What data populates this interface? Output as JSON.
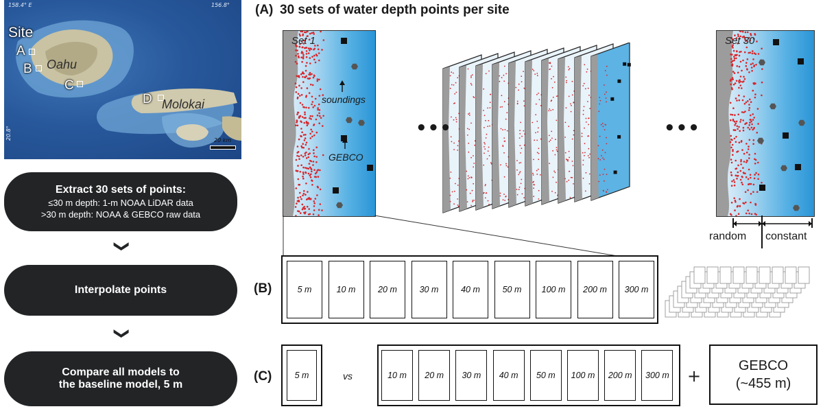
{
  "map": {
    "coord_top_left": "158.4° E",
    "coord_top_right": "156.8°",
    "coord_left": "20.8°",
    "site_heading": "Site",
    "sites": [
      {
        "label": "A"
      },
      {
        "label": "B"
      },
      {
        "label": "C"
      },
      {
        "label": "D"
      }
    ],
    "islands": [
      "Oahu",
      "Molokai"
    ],
    "scale_label": "20 km"
  },
  "flow": {
    "step1_title": "Extract 30 sets of points:",
    "step1_line1": "≤30 m depth: 1-m NOAA LiDAR data",
    "step1_line2": ">30 m depth: NOAA & GEBCO raw data",
    "step2_title": "Interpolate points",
    "step3_line1": "Compare all models to",
    "step3_line2": "the baseline model, 5 m",
    "chevron": "❯"
  },
  "panel_a": {
    "label": "(A)",
    "title": "30 sets of water depth points per site",
    "set_first_label": "Set 1",
    "set_last_label": "Set 30",
    "soundings_label": "soundings",
    "gebco_label": "GEBCO",
    "ellipsis": "•••",
    "random_label": "random",
    "constant_label": "constant"
  },
  "panel_b": {
    "label": "(B)",
    "resolutions": [
      "5 m",
      "10 m",
      "20 m",
      "30 m",
      "40 m",
      "50 m",
      "100 m",
      "200 m",
      "300 m"
    ]
  },
  "panel_c": {
    "label": "(C)",
    "baseline": "5 m",
    "vs": "vs",
    "compared": [
      "10 m",
      "20 m",
      "30 m",
      "40 m",
      "50 m",
      "100 m",
      "200 m",
      "300 m"
    ],
    "plus": "+",
    "gebco_line1": "GEBCO",
    "gebco_line2": "(~455 m)"
  },
  "colors": {
    "flow_box": "#222426",
    "water_light": "#eaf3fa",
    "water_deep": "#2a95d6",
    "lidar_points": "#d8262b",
    "soundings": "#555555",
    "gebco_points": "#111111",
    "land": "#9c9c9c"
  }
}
